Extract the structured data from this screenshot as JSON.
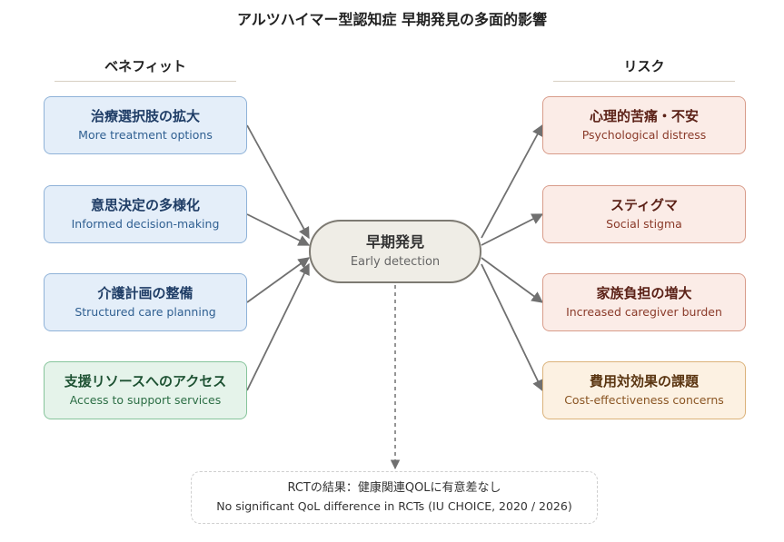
{
  "title": "アルツハイマー型認知症 早期発見の多面的影響",
  "benefits_heading": "ベネフィット",
  "risks_heading": "リスク",
  "center": {
    "jp": "早期発見",
    "en": "Early detection"
  },
  "benefits": [
    {
      "jp": "治療選択肢の拡大",
      "en": "More treatment options",
      "color": "blue"
    },
    {
      "jp": "意思決定の多様化",
      "en": "Informed decision-making",
      "color": "blue"
    },
    {
      "jp": "介護計画の整備",
      "en": "Structured care planning",
      "color": "blue"
    },
    {
      "jp": "支援リソースへのアクセス",
      "en": "Access to support services",
      "color": "green"
    }
  ],
  "risks": [
    {
      "jp": "心理的苦痛・不安",
      "en": "Psychological distress",
      "color": "red"
    },
    {
      "jp": "スティグマ",
      "en": "Social stigma",
      "color": "red"
    },
    {
      "jp": "家族負担の増大",
      "en": "Increased caregiver burden",
      "color": "red"
    },
    {
      "jp": "費用対効果の課題",
      "en": "Cost-effectiveness concerns",
      "color": "orange"
    }
  ],
  "note": {
    "line1": "RCTの結果：健康関連QOLに有意差なし",
    "line2": "No significant QoL difference in RCTs (IU CHOICE, 2020 / 2026)"
  },
  "colors": {
    "arrow": "#707070",
    "dashed_arrow": "#707070"
  }
}
